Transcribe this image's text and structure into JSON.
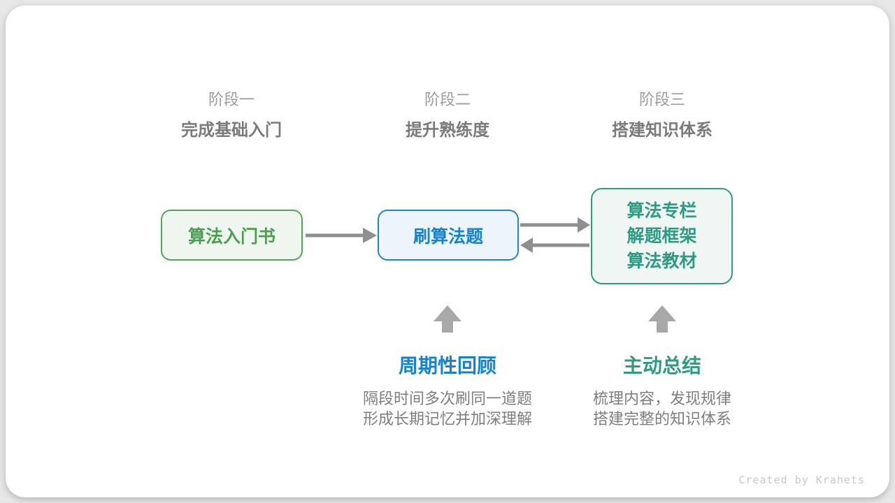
{
  "colors": {
    "green_text": "#4aa050",
    "green_border": "#55a35c",
    "green_fill": "#eff6ef",
    "blue_text": "#1583d3",
    "blue_border": "#1d85d1",
    "blue_fill": "#edf4fb",
    "teal": "#2f9b82",
    "teal_fill": "#eff6f3",
    "line_arrow_gray": "#8f8f8f",
    "block_arrow_gray": "#a8a8a8",
    "stage_label_gray": "#9b9b9b",
    "stage_subtitle_gray": "#7a7a7a",
    "description_gray": "#7e7e7e",
    "credit_gray": "#c9c9c9"
  },
  "stages": [
    {
      "label": "阶段一",
      "subtitle": "完成基础入门"
    },
    {
      "label": "阶段二",
      "subtitle": "提升熟练度"
    },
    {
      "label": "阶段三",
      "subtitle": "搭建知识体系"
    }
  ],
  "nodes": [
    {
      "label": "算法入门书",
      "theme": "green"
    },
    {
      "label": "刷算法题",
      "theme": "blue"
    },
    {
      "lines": [
        "算法专栏",
        "解题框架",
        "算法教材"
      ],
      "theme": "teal"
    }
  ],
  "methods": [
    {
      "title": "周期性回顾",
      "desc_line1": "隔段时间多次刷同一道题",
      "desc_line2": "形成长期记忆并加深理解",
      "theme": "blue"
    },
    {
      "title": "主动总结",
      "desc_line1": "梳理内容，发现规律",
      "desc_line2": "搭建完整的知识体系",
      "theme": "teal"
    }
  ],
  "credit": "Created by Krahets"
}
